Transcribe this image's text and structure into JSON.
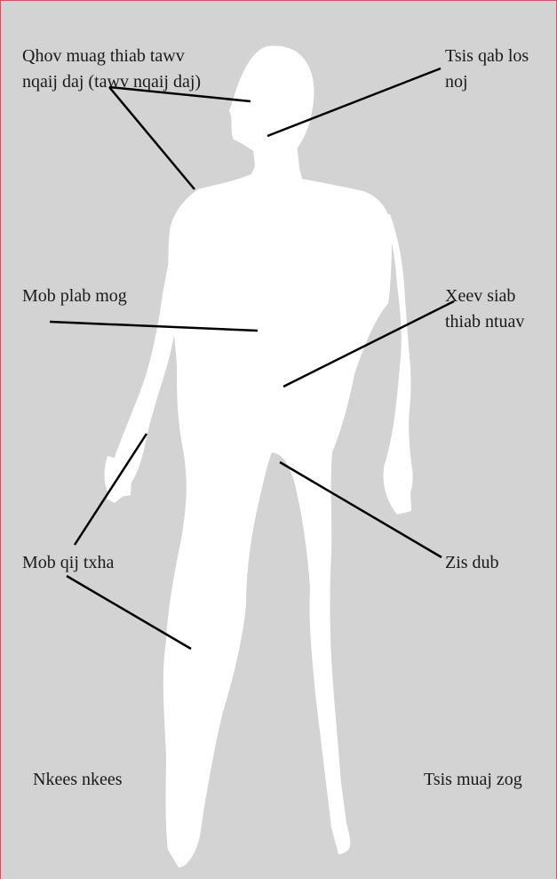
{
  "colors": {
    "background": "#d3d3d3",
    "border": "#c9566a",
    "figure": "#ffffff",
    "line": "#000000",
    "text": "#1a1a1a"
  },
  "labels": {
    "neck": "Qhov muag thiab tawv nqaij daj (tawv nqaij daj)",
    "brain": "Tsis qab los noj",
    "spine": "Mob plab mog",
    "heart": "Xeev siab thiab ntuav",
    "joint": "Mob qij txha",
    "skin": "Zis dub",
    "muscle": "Nkees nkees",
    "blood": "Tsis muaj zog"
  }
}
